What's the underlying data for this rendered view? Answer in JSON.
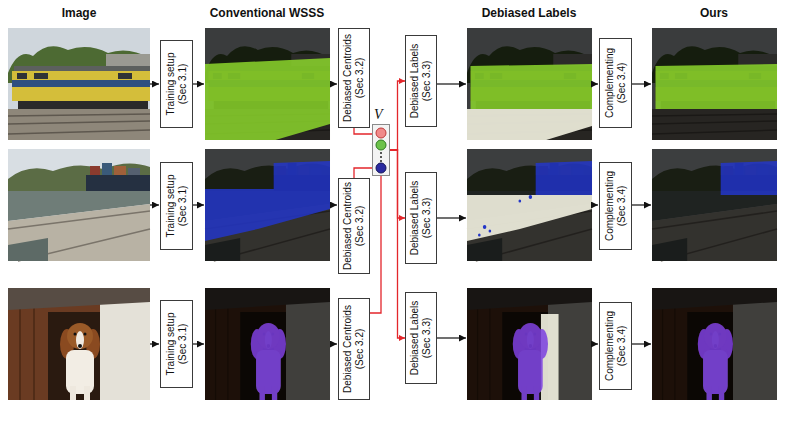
{
  "diagram": {
    "nodes": [
      {
        "text": [
          "Training setup (Sec 3.1)"
        ]
      },
      {
        "text": [
          "Debiased Centroids (Sec 3.2)"
        ]
      },
      {
        "text": [
          "Debiased Labels (Sec 3.3)"
        ]
      },
      {
        "text": [
          "Complementing (Sec 3.4)"
        ]
      },
      {
        "text": [
          "V"
        ]
      },
      {
        "text": [
          "Training setup (Sec 3.1)"
        ]
      },
      {
        "text": [
          "Debiased Centroids (Sec 3.2)"
        ]
      },
      {
        "text": [
          "Debiased Labels (Sec 3.3)"
        ]
      },
      {
        "text": [
          "Complementing (Sec 3.4)"
        ]
      },
      {
        "text": [
          "Training setup (Sec 3.1)"
        ]
      },
      {
        "text": [
          "Debiased Centroids (Sec 3.2)"
        ]
      },
      {
        "text": [
          "Debiased Labels (Sec 3.3)"
        ]
      },
      {
        "text": [
          "Complementing (Sec 3.4)"
        ]
      }
    ],
    "edges": [
      {
        "from": 1,
        "to": 4,
        "arrow": "none"
      },
      {
        "from": 6,
        "to": 4,
        "arrow": "none"
      },
      {
        "from": 10,
        "to": 4,
        "arrow": "none"
      },
      {
        "from": 4,
        "to": 2,
        "arrow": "to"
      },
      {
        "from": 4,
        "to": 7,
        "arrow": "to"
      },
      {
        "from": 4,
        "to": 11,
        "arrow": "to"
      }
    ],
    "labels": [
      "Image",
      "Conventional WSSS",
      "Debiased Labels",
      "Ours"
    ]
  }
}
